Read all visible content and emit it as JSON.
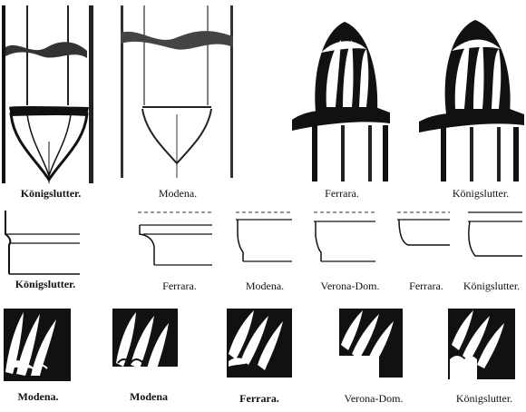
{
  "captions": {
    "row1": [
      "Königslutter.",
      "Modena.",
      "Ferrara.",
      "Königslutter."
    ],
    "row2": [
      "Königslutter.",
      "Ferrara.",
      "Modena.",
      "Verona-Dom.",
      "Ferrara.",
      "Königslutter."
    ],
    "row3": [
      "Modena.",
      "Modena",
      "Ferrara.",
      "Verona-Dom.",
      "Königslutter."
    ]
  }
}
